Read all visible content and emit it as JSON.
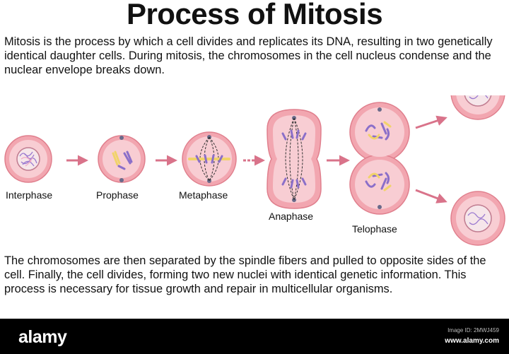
{
  "title": "Process of Mitosis",
  "intro": "Mitosis is the process by which a cell divides and replicates its DNA, resulting in two genetically identical daughter cells. During mitosis, the chromosomes in the cell nucleus condense and the nuclear envelope breaks down.",
  "outro": "The chromosomes are then separated by the spindle fibers and pulled to opposite sides of the cell. Finally, the cell divides, forming two new nuclei with identical genetic information. This process is necessary for tissue growth and repair in multicellular organisms.",
  "stages": {
    "interphase": "Interphase",
    "prophase": "Prophase",
    "metaphase": "Metaphase",
    "anaphase": "Anaphase",
    "telophase": "Telophase"
  },
  "footer": {
    "logo": "alamy",
    "image_id": "Image ID: 2MWJ459",
    "site": "www.alamy.com"
  },
  "colors": {
    "cell_outer": "#f2a6b0",
    "cell_inner": "#f8cdd3",
    "outline": "#e07f8d",
    "arrow": "#d9738a",
    "chromosome_purple": "#8b6fc9",
    "chromosome_yellow": "#f1d36a"
  }
}
